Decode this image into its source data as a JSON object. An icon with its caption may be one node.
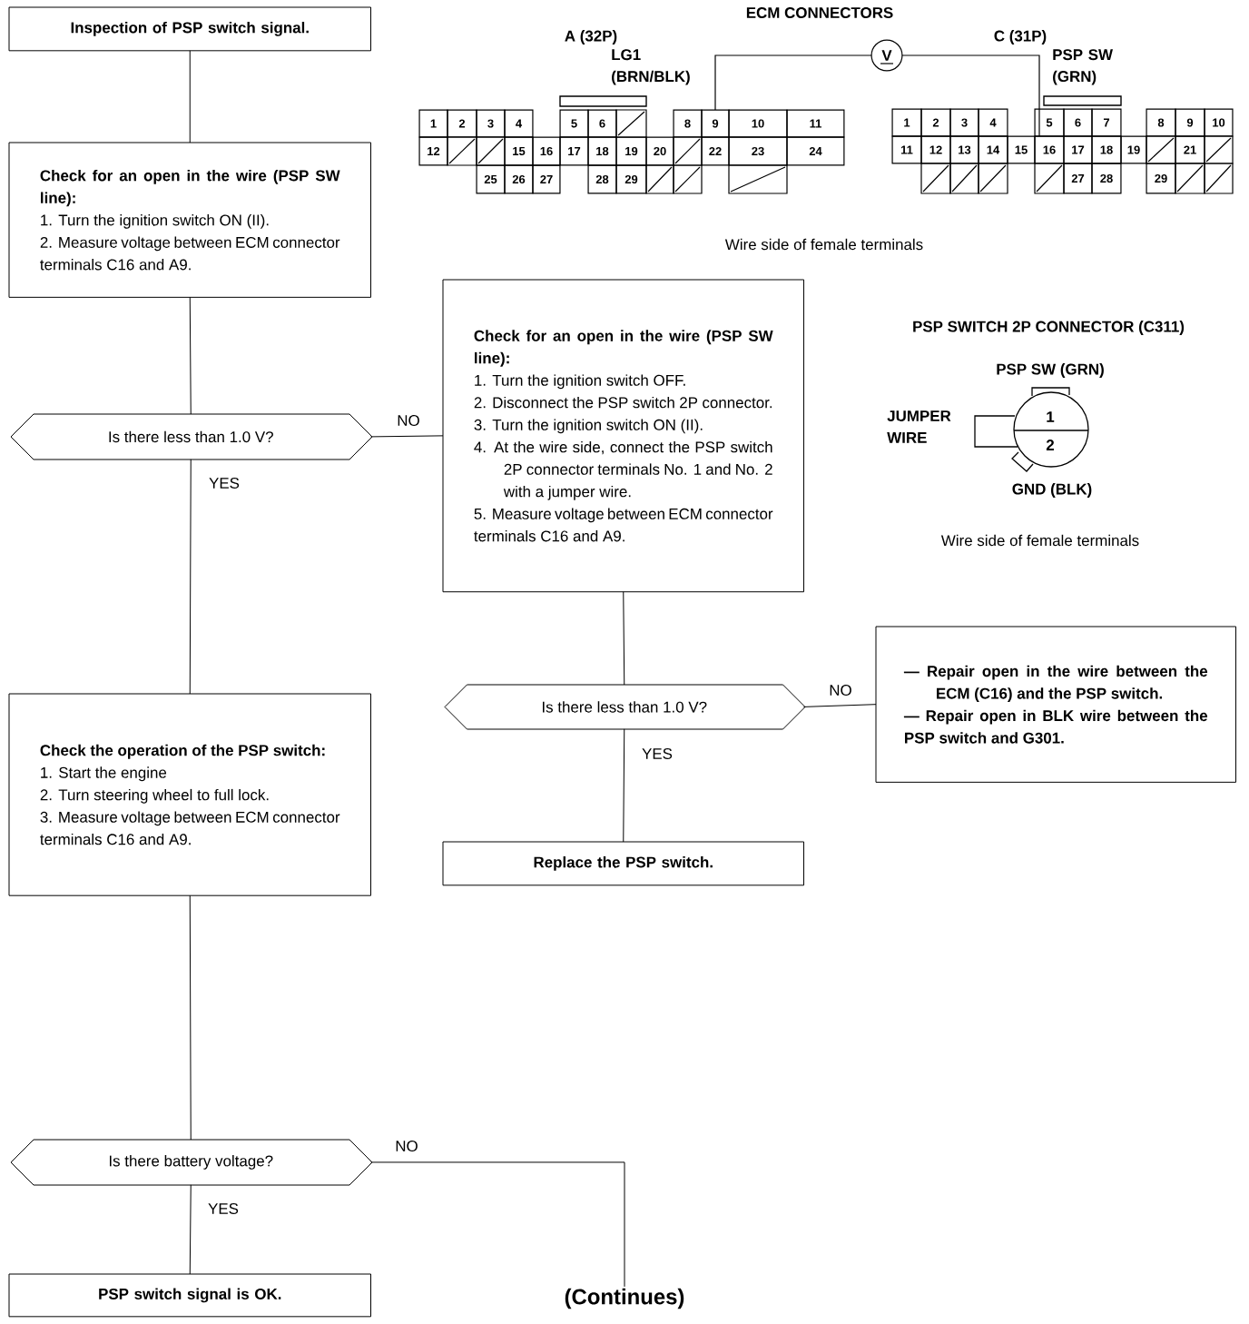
{
  "diagram": {
    "nodes": [
      {
        "text": [
          "Inspection of PSP switch signal."
        ]
      },
      {
        "text": [
          "Check for an open in the wire (PSP SW line):",
          "1. Turn the ignition switch ON (II).",
          "2. Measure voltage between ECM connector terminals C16 and A9."
        ]
      },
      {
        "text": [
          "Is there less than 1.0 V?"
        ]
      },
      {
        "text": [
          "Check the operation of the PSP switch:",
          "1. Start the engine",
          "2. Turn steering wheel to full lock.",
          "3. Measure voltage between ECM connector terminals C16 and A9."
        ]
      },
      {
        "text": [
          "Is there battery voltage?"
        ]
      },
      {
        "text": [
          "PSP switch signal is OK."
        ]
      },
      {
        "text": [
          "(Continues)"
        ]
      },
      {
        "text": [
          "Check for an open in the wire (PSP SW line):",
          "1. Turn the ignition switch OFF.",
          "2. Disconnect the PSP switch 2P connector.",
          "3. Turn the ignition switch ON (II).",
          "4. At the wire side, connect the PSP switch 2P connector terminals No. 1 and No. 2 with a jumper wire.",
          "5. Measure voltage between ECM connector terminals C16 and A9."
        ]
      },
      {
        "text": [
          "Is there less than 1.0 V?"
        ]
      },
      {
        "text": [
          "— Repair open in the wire between the ECM (C16) and the PSP switch.",
          "— Repair open in BLK wire between the PSP switch and G301."
        ]
      },
      {
        "text": [
          "Replace the PSP switch."
        ]
      },
      {
        "text": [
          "V"
        ]
      },
      {
        "text": [
          "9"
        ]
      },
      {
        "text": [
          "16"
        ]
      }
    ],
    "edges": [
      {
        "from": 0,
        "to": 1,
        "arrow": "none"
      },
      {
        "from": 1,
        "to": 2,
        "arrow": "none"
      },
      {
        "from": 2,
        "to": 3,
        "arrow": "none",
        "label": "YES"
      },
      {
        "from": 2,
        "to": 7,
        "arrow": "none",
        "label": "NO"
      },
      {
        "from": 7,
        "to": 8,
        "arrow": "none"
      },
      {
        "from": 8,
        "to": 10,
        "arrow": "none",
        "label": "YES"
      },
      {
        "from": 8,
        "to": 9,
        "arrow": "none",
        "label": "NO"
      },
      {
        "from": 3,
        "to": 4,
        "arrow": "none"
      },
      {
        "from": 4,
        "to": 5,
        "arrow": "none",
        "label": "YES"
      },
      {
        "from": 4,
        "to": 6,
        "arrow": "none",
        "label": "NO"
      },
      {
        "from": 11,
        "to": 12,
        "arrow": "none"
      },
      {
        "from": 11,
        "to": 13,
        "arrow": "none"
      }
    ],
    "labels": [
      "ECM CONNECTORS",
      "A (32P)",
      "LG1 (BRN/BLK)",
      "C (31P)",
      "PSP SW (GRN)",
      "1",
      "2",
      "3",
      "4",
      "5",
      "6",
      "8",
      "10",
      "11",
      "12",
      "15",
      "16",
      "17",
      "18",
      "19",
      "20",
      "22",
      "23",
      "24",
      "25",
      "26",
      "27",
      "28",
      "29",
      "1",
      "2",
      "3",
      "4",
      "5",
      "6",
      "7",
      "8",
      "9",
      "10",
      "11",
      "12",
      "13",
      "14",
      "15",
      "17",
      "18",
      "19",
      "21",
      "27",
      "28",
      "29",
      "Wire side of female terminals",
      "PSP SWITCH 2P CONNECTOR (C311)",
      "PSP SW (GRN)",
      "JUMPER WIRE",
      "1",
      "2",
      "GND (BLK)",
      "Wire side of female terminals"
    ]
  }
}
